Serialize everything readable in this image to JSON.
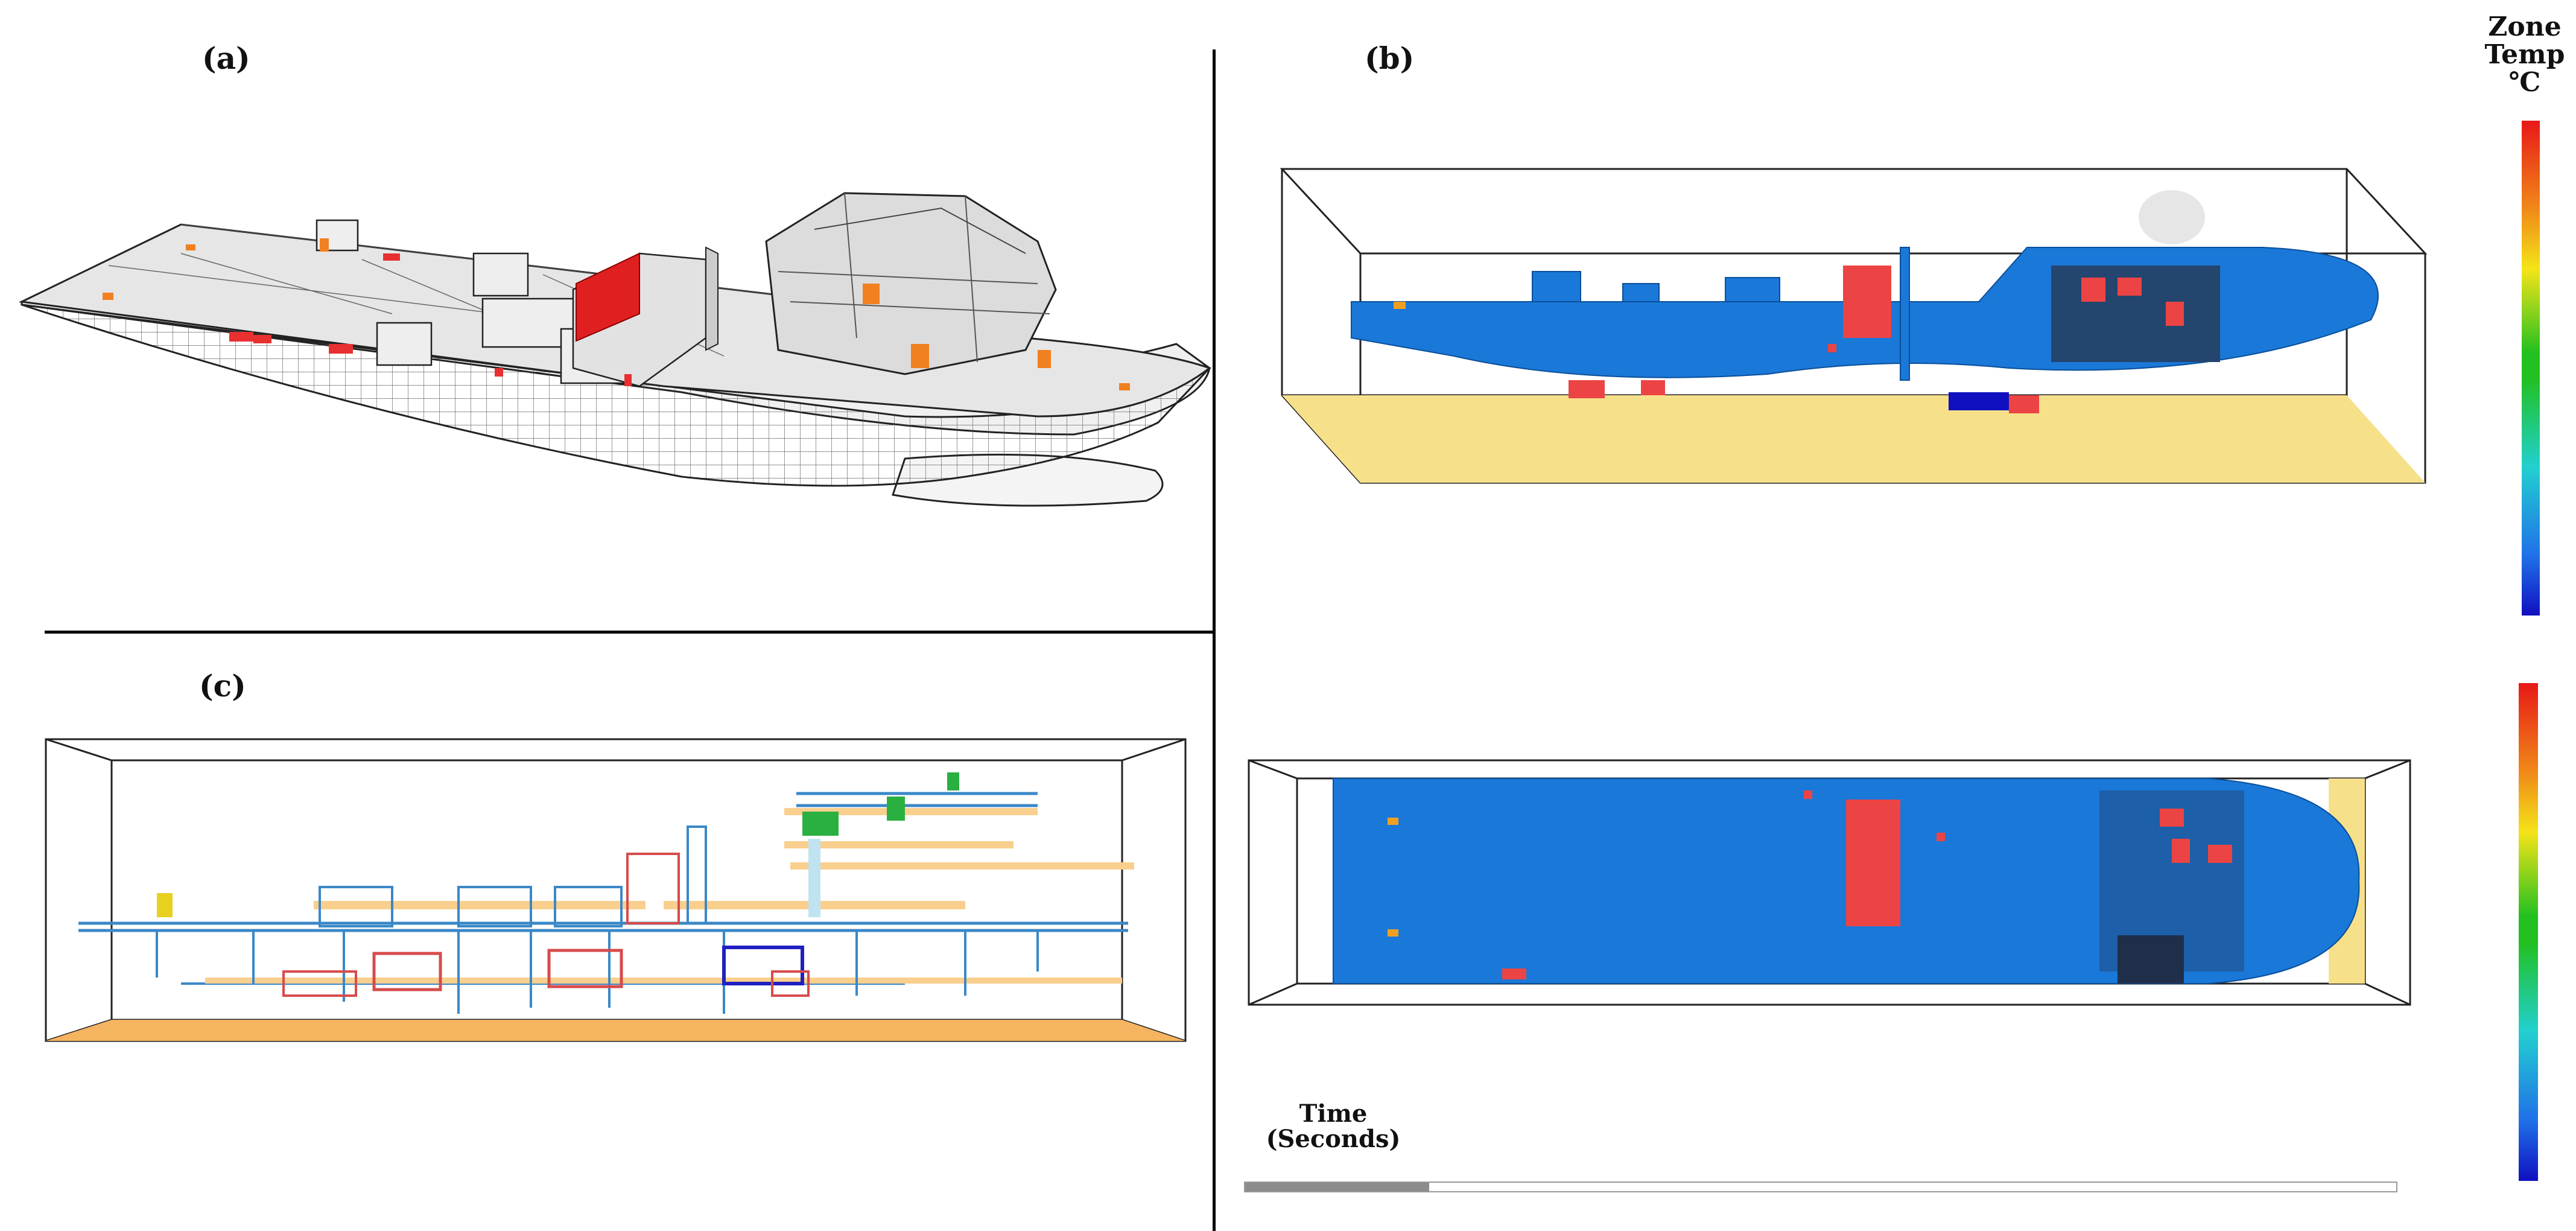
{
  "panels": {
    "a": {
      "label": "(a)"
    },
    "b": {
      "label": "(b)"
    },
    "c": {
      "label": "(c)"
    }
  },
  "legend": {
    "title_line1": "Zone",
    "title_line2": "Temp",
    "unit": "℃"
  },
  "time": {
    "label_line1": "Time",
    "label_line2": "(Seconds)",
    "progress": 0.16
  },
  "colors": {
    "hull_fill": "#e9e9e9",
    "hull_line": "#333333",
    "model_blue": "#1a78d8",
    "hot_red": "#ec4444",
    "floor_yellow": "#f6e08a",
    "floor_orange": "#f4b460",
    "duct_blue": "#3a88c8",
    "duct_red": "#d74b4b",
    "duct_navy": "#2020c0",
    "duct_tan": "#f9cf8e",
    "duct_green": "#2ab040"
  }
}
